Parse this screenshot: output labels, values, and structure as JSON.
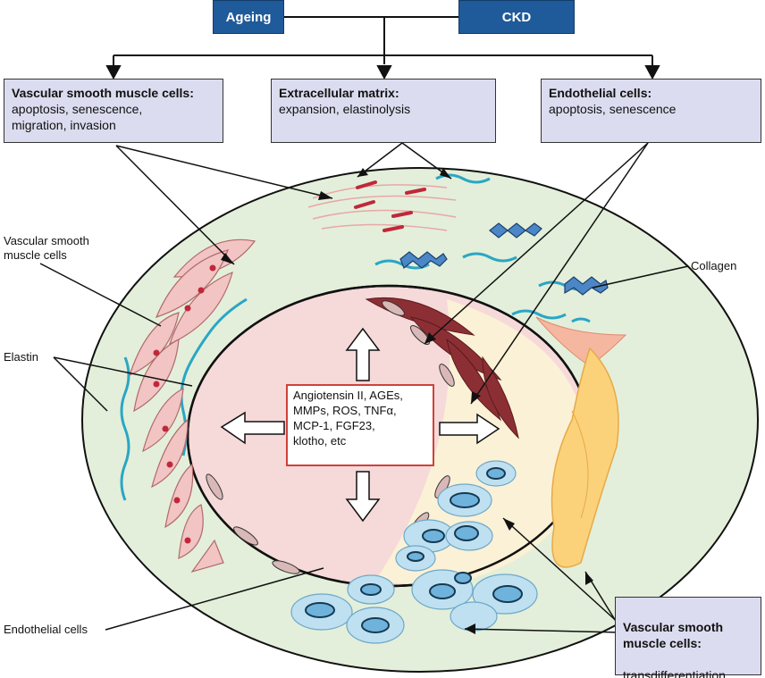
{
  "top": {
    "ageing": "Ageing",
    "ckd": "CKD"
  },
  "boxes": {
    "vsmc": {
      "heading": "Vascular smooth muscle cells:",
      "text": "apoptosis, senescence,\nmigration, invasion"
    },
    "ecm": {
      "heading": "Extracellular matrix:",
      "text": "expansion, elastinolysis"
    },
    "endo": {
      "heading": "Endothelial cells:",
      "text": "apoptosis, senescence"
    },
    "calc": {
      "heading": "Vascular smooth\nmuscle cells:",
      "text": "transdifferentiation\nand calcification"
    }
  },
  "labels": {
    "vsmc": "Vascular smooth\nmuscle cells",
    "elastin": "Elastin",
    "collagen": "Collagen",
    "endothelial": "Endothelial cells"
  },
  "factors": "Angiotensin II, AGEs,\nMMPs, ROS, TNFα,\nMCP-1, FGF23,\nklotho, etc",
  "colors": {
    "top_box": "#1f5a9a",
    "info_box": "#dcdcf0",
    "outer_layer": "#e3efda",
    "lumen": "#f6d9d9",
    "calcified_zone": "#fbf1d6",
    "elastin": "#2aa6c4",
    "factor_border": "#d0413a"
  }
}
